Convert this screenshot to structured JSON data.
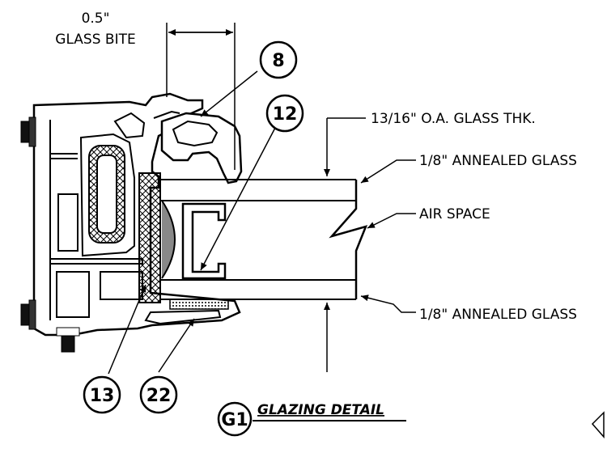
{
  "dimension": {
    "value": "0.5\"",
    "label": "GLASS BITE"
  },
  "callouts": {
    "b8": "8",
    "b12": "12",
    "b13": "13",
    "b22": "22"
  },
  "labels": {
    "overall_thickness": "13/16\" O.A. GLASS THK.",
    "glass_top": "1/8\" ANNEALED GLASS",
    "air_space": "AIR SPACE",
    "glass_bottom": "1/8\" ANNEALED GLASS"
  },
  "detail": {
    "id": "G1",
    "title": "GLAZING DETAIL"
  },
  "colors": {
    "line": "#000000",
    "background": "#ffffff"
  }
}
